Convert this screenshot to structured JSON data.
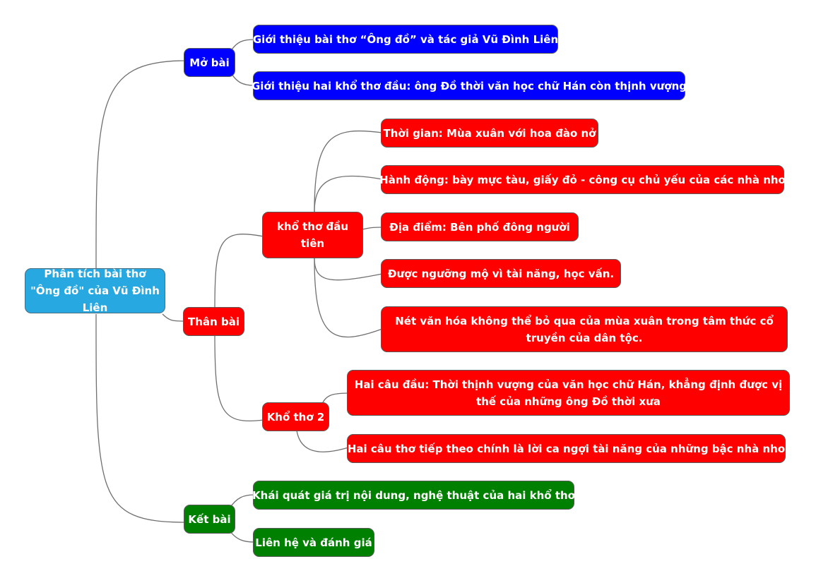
{
  "colors": {
    "root": "#28a8e0",
    "mo_bai": "#0000ff",
    "than_bai": "#ff0000",
    "ket_bai": "#008000",
    "connector": "#707070"
  },
  "root": {
    "label": "Phân tích bài thơ \"Ông đồ\" của Vũ Đình Liên"
  },
  "mo_bai": {
    "label": "Mở bài",
    "items": [
      "Giới thiệu bài thơ “Ông đồ”  và tác giả Vũ Đình Liên",
      "Giới thiệu hai khổ thơ đầu: ông Đồ thời văn học chữ Hán còn thịnh vượng"
    ]
  },
  "than_bai": {
    "label": "Thân bài",
    "kho1": {
      "label": "khổ thơ đầu tiên",
      "items": [
        "Thời gian: Mùa xuân với hoa đào nở",
        "Hành động: bày mực tàu, giấy đỏ - công cụ chủ yếu của các nhà nho",
        "Địa điểm: Bên phố đông người",
        "Được ngưỡng mộ vì tài năng, học vấn.",
        "Nét văn hóa không thể bỏ qua của mùa xuân trong tâm thức cổ truyền của dân tộc."
      ]
    },
    "kho2": {
      "label": "Khổ thơ 2",
      "items": [
        "Hai câu đầu: Thời thịnh vượng của văn học chữ Hán, khẳng định được vị thế của những ông Đồ thời xưa",
        "Hai câu thơ tiếp theo chính là lời ca ngợi tài năng của những bậc nhà nho"
      ]
    }
  },
  "ket_bai": {
    "label": "Kết bài",
    "items": [
      "Khái quát giá trị nội dung, nghệ thuật của hai khổ thơ",
      "Liên hệ và đánh giá"
    ]
  }
}
